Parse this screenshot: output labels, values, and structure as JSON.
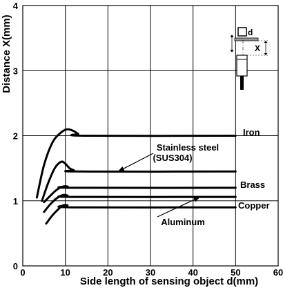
{
  "chart_data": {
    "type": "line",
    "xlabel": "Side length of sensing object d(mm)",
    "ylabel": "Distance X(mm)",
    "xlim": [
      0,
      60
    ],
    "ylim": [
      0,
      4
    ],
    "x_ticks": [
      0,
      10,
      20,
      30,
      40,
      50,
      60
    ],
    "y_ticks": [
      0,
      1,
      2,
      3,
      4
    ],
    "grid": true,
    "legend": "none",
    "series": [
      {
        "name": "Iron",
        "x": [
          3.3,
          5,
          7,
          9,
          10.5,
          12,
          13,
          14.5,
          50
        ],
        "y": [
          1.05,
          1.55,
          1.9,
          2.05,
          2.1,
          2.07,
          2.03,
          2.0,
          2.0
        ]
      },
      {
        "name": "Stainless steel (SUS304)",
        "x": [
          4.5,
          6,
          7.5,
          9,
          10,
          11,
          12,
          13,
          50
        ],
        "y": [
          1.0,
          1.28,
          1.5,
          1.6,
          1.57,
          1.5,
          1.47,
          1.45,
          1.45
        ]
      },
      {
        "name": "Brass",
        "x": [
          5,
          6.5,
          8,
          9.5,
          10.5,
          11.5,
          50
        ],
        "y": [
          0.98,
          1.08,
          1.17,
          1.22,
          1.22,
          1.2,
          1.2
        ]
      },
      {
        "name": "Aluminum",
        "x": [
          5,
          6.5,
          8,
          9.5,
          10.5,
          11.5,
          50
        ],
        "y": [
          0.83,
          0.95,
          1.04,
          1.09,
          1.08,
          1.06,
          1.06
        ]
      },
      {
        "name": "Copper",
        "x": [
          5.5,
          7,
          8.5,
          9.5,
          10.5,
          11.5,
          50
        ],
        "y": [
          0.65,
          0.78,
          0.88,
          0.93,
          0.93,
          0.9,
          0.9
        ]
      }
    ],
    "annotations": [
      {
        "text": "Iron",
        "series": "Iron"
      },
      {
        "text": "Stainless steel",
        "series": "Stainless steel (SUS304)"
      },
      {
        "text": "(SUS304)",
        "series": "Stainless steel (SUS304)"
      },
      {
        "text": "Brass",
        "series": "Brass"
      },
      {
        "text": "Copper",
        "series": "Copper"
      },
      {
        "text": "Aluminum",
        "series": "Aluminum"
      }
    ]
  },
  "diagram": {
    "d_label": "d",
    "x_label": "X"
  }
}
